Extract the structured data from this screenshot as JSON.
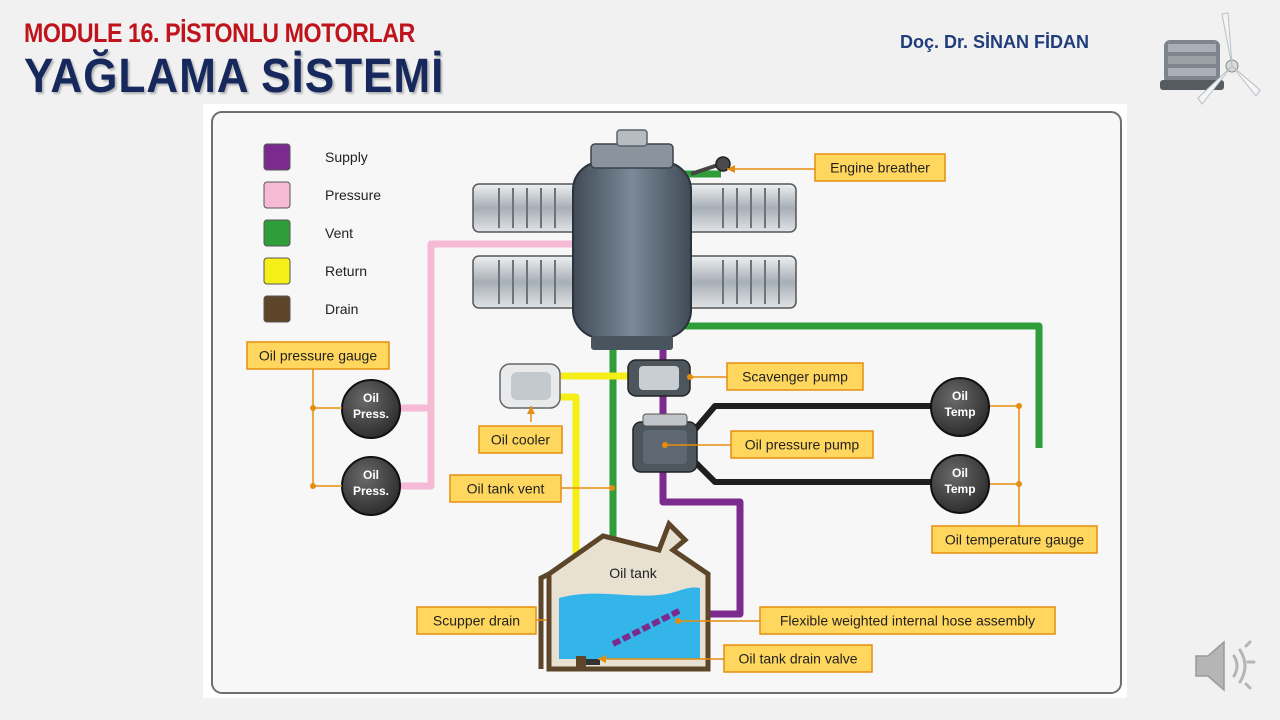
{
  "header": {
    "module_title": "MODULE 16. PİSTONLU MOTORLAR",
    "main_title": "YAĞLAMA SİSTEMİ",
    "author": "Doç. Dr. SİNAN FİDAN"
  },
  "legend": [
    {
      "label": "Supply",
      "color": "#7b2a8e"
    },
    {
      "label": "Pressure",
      "color": "#f6b9d6"
    },
    {
      "label": "Vent",
      "color": "#2f9e3a"
    },
    {
      "label": "Return",
      "color": "#f5ee17"
    },
    {
      "label": "Drain",
      "color": "#5c4528"
    }
  ],
  "callouts": {
    "engine_breather": "Engine breather",
    "oil_pressure_gauge": "Oil pressure gauge",
    "scavenger_pump": "Scavenger pump",
    "oil_cooler": "Oil cooler",
    "oil_pressure_pump": "Oil pressure pump",
    "oil_tank_vent": "Oil tank vent",
    "oil_temperature_gauge": "Oil temperature gauge",
    "scupper_drain": "Scupper drain",
    "flexible_hose": "Flexible weighted internal hose assembly",
    "oil_tank_drain_valve": "Oil tank drain valve"
  },
  "gauges": {
    "oil_press_line1": "Oil",
    "oil_press_line2": "Press.",
    "oil_temp_line1": "Oil",
    "oil_temp_line2": "Temp"
  },
  "tank_label": "Oil tank",
  "colors": {
    "callout_fill": "#ffd75e",
    "callout_border": "#e58d0e",
    "leader": "#e58d0e",
    "water": "#33b5ea",
    "gauge": "#3c3c3c",
    "engine": "#5d6b78"
  },
  "icons": {
    "logo": "radial-engine-propeller-icon",
    "speaker": "speaker-icon"
  }
}
